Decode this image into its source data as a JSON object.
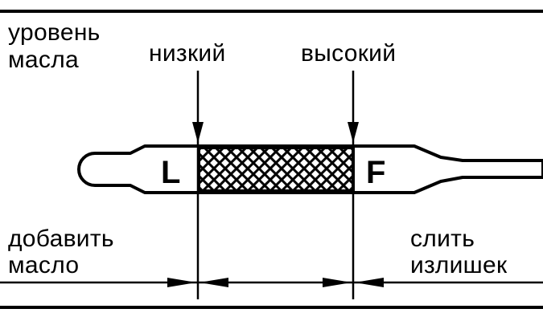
{
  "labels": {
    "oil_level_line1": "уровень",
    "oil_level_line2": "масла",
    "low": "низкий",
    "high": "высокий",
    "add_oil_line1": "добавить",
    "add_oil_line2": "масло",
    "drain_excess_line1": "слить",
    "drain_excess_line2": "излишек"
  },
  "dipstick": {
    "low_mark": "L",
    "high_mark": "F"
  }
}
